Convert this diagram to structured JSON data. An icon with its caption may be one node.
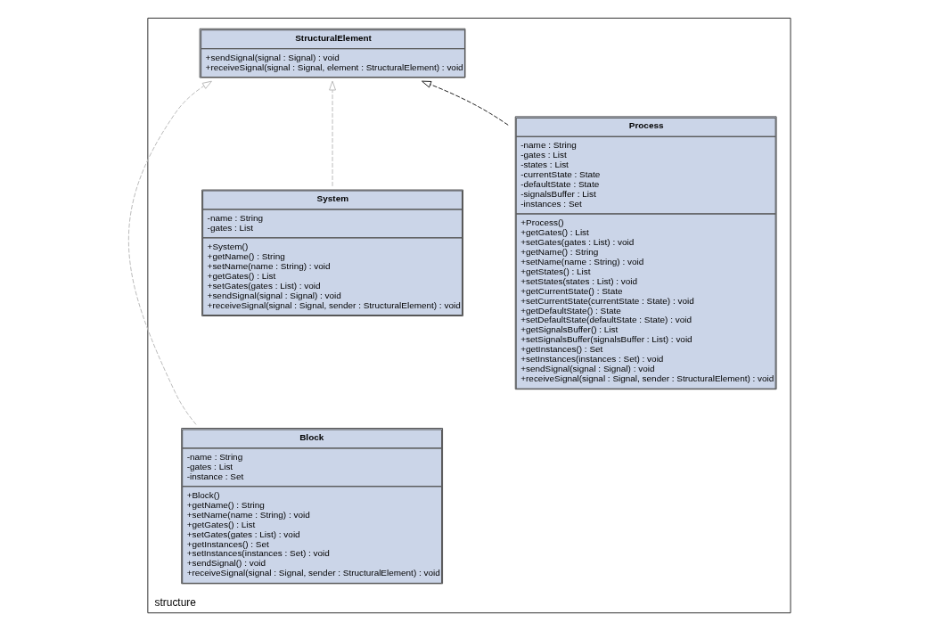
{
  "diagram": {
    "nodes": [
      {
        "text": [
          "structure"
        ]
      },
      {
        "text": [
          "StructuralElement",
          "+sendSignal(signal : Signal) : void",
          "+receiveSignal(signal : Signal, element : StructuralElement) : void"
        ],
        "in": 0
      },
      {
        "text": [
          "Process",
          "-name : String",
          "-gates : List",
          "-states : List",
          "-currentState : State",
          "-defaultState : State",
          "-signalsBuffer : List",
          "-instances : Set",
          "+Process()",
          "+getGates() : List",
          "+setGates(gates : List) : void",
          "+getName() : String",
          "+setName(name : String) : void",
          "+getStates() : List",
          "+setStates(states : List) : void",
          "+getCurrentState() : State",
          "+setCurrentState(currentState : State) : void",
          "+getDefaultState() : State",
          "+setDefaultState(defaultState : State) : void",
          "+getSignalsBuffer() : List",
          "+setSignalsBuffer(signalsBuffer : List) : void",
          "+getInstances() : Set",
          "+setInstances(instances : Set) : void",
          "+sendSignal(signal : Signal) : void",
          "+receiveSignal(signal : Signal, sender : StructuralElement) : void"
        ],
        "in": 0
      },
      {
        "text": [
          "System",
          "-name : String",
          "-gates : List",
          "+System()",
          "+getName() : String",
          "+setName(name : String) : void",
          "+getGates() : List",
          "+setGates(gates : List) : void",
          "+sendSignal(signal : Signal) : void",
          "+receiveSignal(signal : Signal, sender : StructuralElement) : void"
        ],
        "in": 0
      },
      {
        "text": [
          "Block",
          "-name : String",
          "-gates : List",
          "-instance : Set",
          "+Block()",
          "+getName() : String",
          "+setName(name : String) : void",
          "+getGates() : List",
          "+setGates(gates : List) : void",
          "+getInstances() : Set",
          "+setInstances(instances : Set) : void",
          "+sendSignal() : void",
          "+receiveSignal(signal : Signal, sender : StructuralElement) : void"
        ],
        "in": 0
      }
    ],
    "edges": [
      {
        "from": 2,
        "to": 1,
        "arrow": "to",
        "style": "dashed",
        "color": "#222222"
      },
      {
        "from": 3,
        "to": 1,
        "arrow": "to",
        "style": "dashed"
      },
      {
        "from": 4,
        "to": 1,
        "arrow": "to",
        "style": "dashed"
      }
    ]
  }
}
